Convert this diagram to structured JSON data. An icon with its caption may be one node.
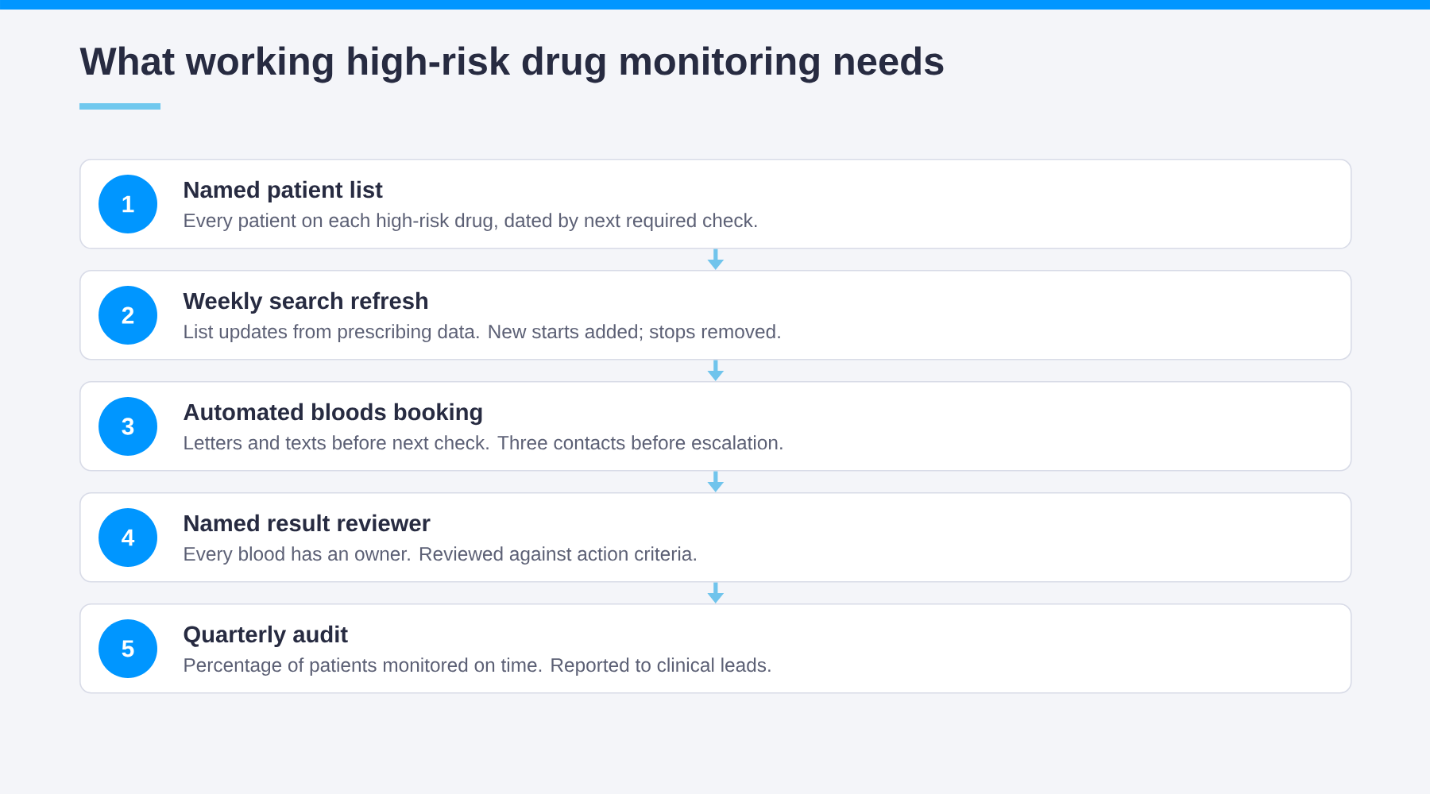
{
  "diagram": {
    "title": "What working high-risk drug monitoring needs",
    "nodes": [
      {
        "text": [
          "Named patient list",
          "Every patient on each high-risk drug, dated by next required check."
        ]
      },
      {
        "text": [
          "1"
        ],
        "in": 0
      },
      {
        "text": [
          "Weekly search refresh",
          "List updates from prescribing data. New starts added; stops removed."
        ]
      },
      {
        "text": [
          "2"
        ],
        "in": 2
      },
      {
        "text": [
          "Automated bloods booking",
          "Letters and texts before next check. Three contacts before escalation."
        ]
      },
      {
        "text": [
          "3"
        ],
        "in": 4
      },
      {
        "text": [
          "Named result reviewer",
          "Every blood has an owner. Reviewed against action criteria."
        ]
      },
      {
        "text": [
          "4"
        ],
        "in": 6
      },
      {
        "text": [
          "Quarterly audit",
          "Percentage of patients monitored on time. Reported to clinical leads."
        ]
      },
      {
        "text": [
          "5"
        ],
        "in": 8
      }
    ],
    "edges": [
      {
        "from": 0,
        "to": 2,
        "arrow": "to"
      },
      {
        "from": 2,
        "to": 4,
        "arrow": "to"
      },
      {
        "from": 4,
        "to": 6,
        "arrow": "to"
      },
      {
        "from": 6,
        "to": 8,
        "arrow": "to"
      }
    ]
  }
}
